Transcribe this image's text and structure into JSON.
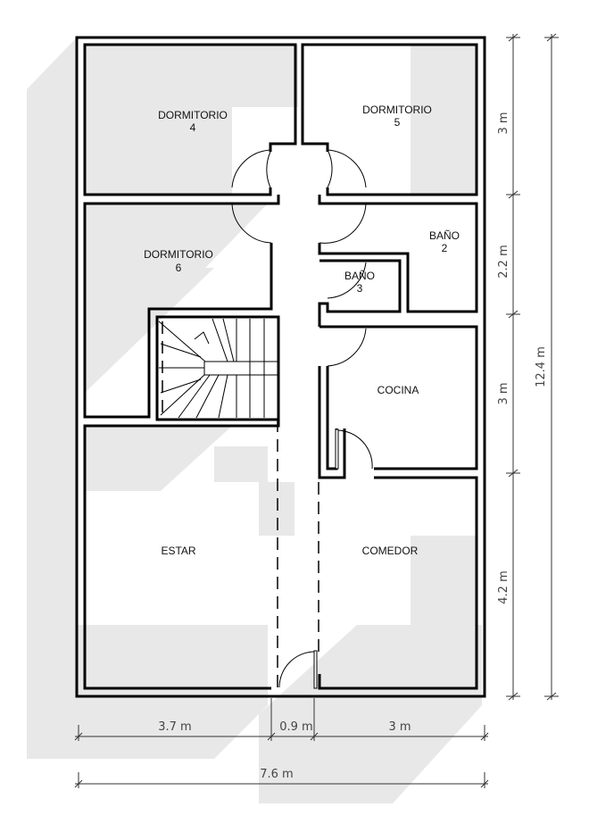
{
  "rooms": {
    "dormitorio4": {
      "name": "DORMITORIO",
      "number": "4"
    },
    "dormitorio5": {
      "name": "DORMITORIO",
      "number": "5"
    },
    "dormitorio6": {
      "name": "DORMITORIO",
      "number": "6"
    },
    "bano2": {
      "name": "BAÑO",
      "number": "2"
    },
    "bano3": {
      "name": "BAÑO",
      "number": "3"
    },
    "cocina": {
      "name": "COCINA"
    },
    "estar": {
      "name": "ESTAR"
    },
    "comedor": {
      "name": "COMEDOR"
    }
  },
  "dimensions": {
    "vertical": [
      "3 m",
      "2.2 m",
      "3 m",
      "4.2 m"
    ],
    "total_vertical": "12.4 m",
    "horizontal": [
      "3.7 m",
      "0.9 m",
      "3 m"
    ],
    "total_horizontal": "7.6 m"
  },
  "colors": {
    "wall": "#000000",
    "shadow": "#e8e8e8"
  }
}
